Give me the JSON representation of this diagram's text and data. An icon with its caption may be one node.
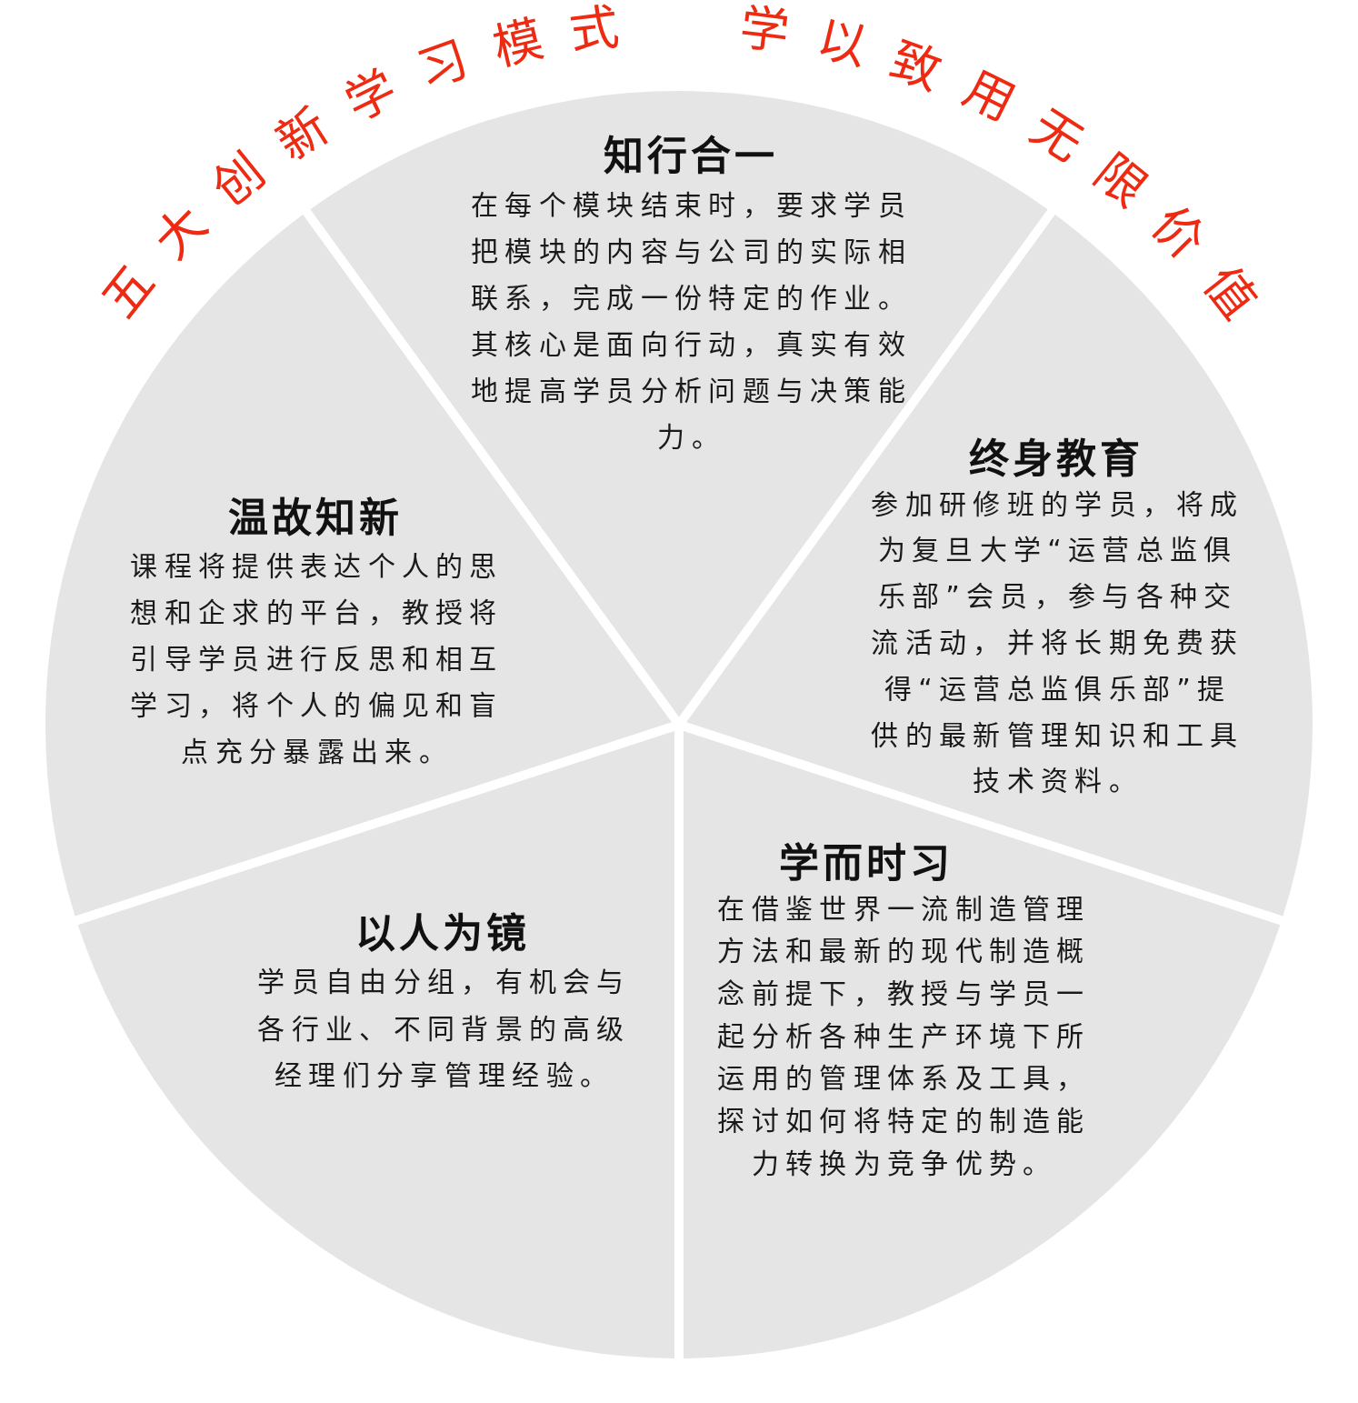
{
  "diagram": {
    "title": "五大创新学习模式",
    "nodes": [
      {
        "text": [
          "知行合一",
          "在每个模块结束时，要求学员把模块的内容与公司的实际相联系，完成一份特定的作业。其核心是面向行动，真实有效地提高学员分析问题与决策能力。"
        ]
      },
      {
        "text": [
          "终身教育",
          "参加研修班的学员，将成为复旦大学“运营总监俱乐部”会员，参与各种交流活动，并将长期免费获得“运营总监俱乐部”提供的最新管理知识和工具技术资料。"
        ]
      },
      {
        "text": [
          "温故知新",
          "课程将提供表达个人的思想和企求的平台，教授将引导学员进行反思和相互学习，将个人的偏见和盲点充分暴露出来。"
        ]
      },
      {
        "text": [
          "学而时习",
          "在借鉴世界一流制造管理方法和最新的现代制造概念前提下，教授与学员一起分析各种生产环境下所运用的管理体系及工具，探讨如何将特定的制造能力转换为竞争优势。"
        ]
      },
      {
        "text": [
          "以人为镜",
          "学员自由分组，有机会与各行业、不同背景的高级经理们分享管理经验。"
        ]
      }
    ],
    "labels": [
      "学以致用无限价值"
    ]
  }
}
